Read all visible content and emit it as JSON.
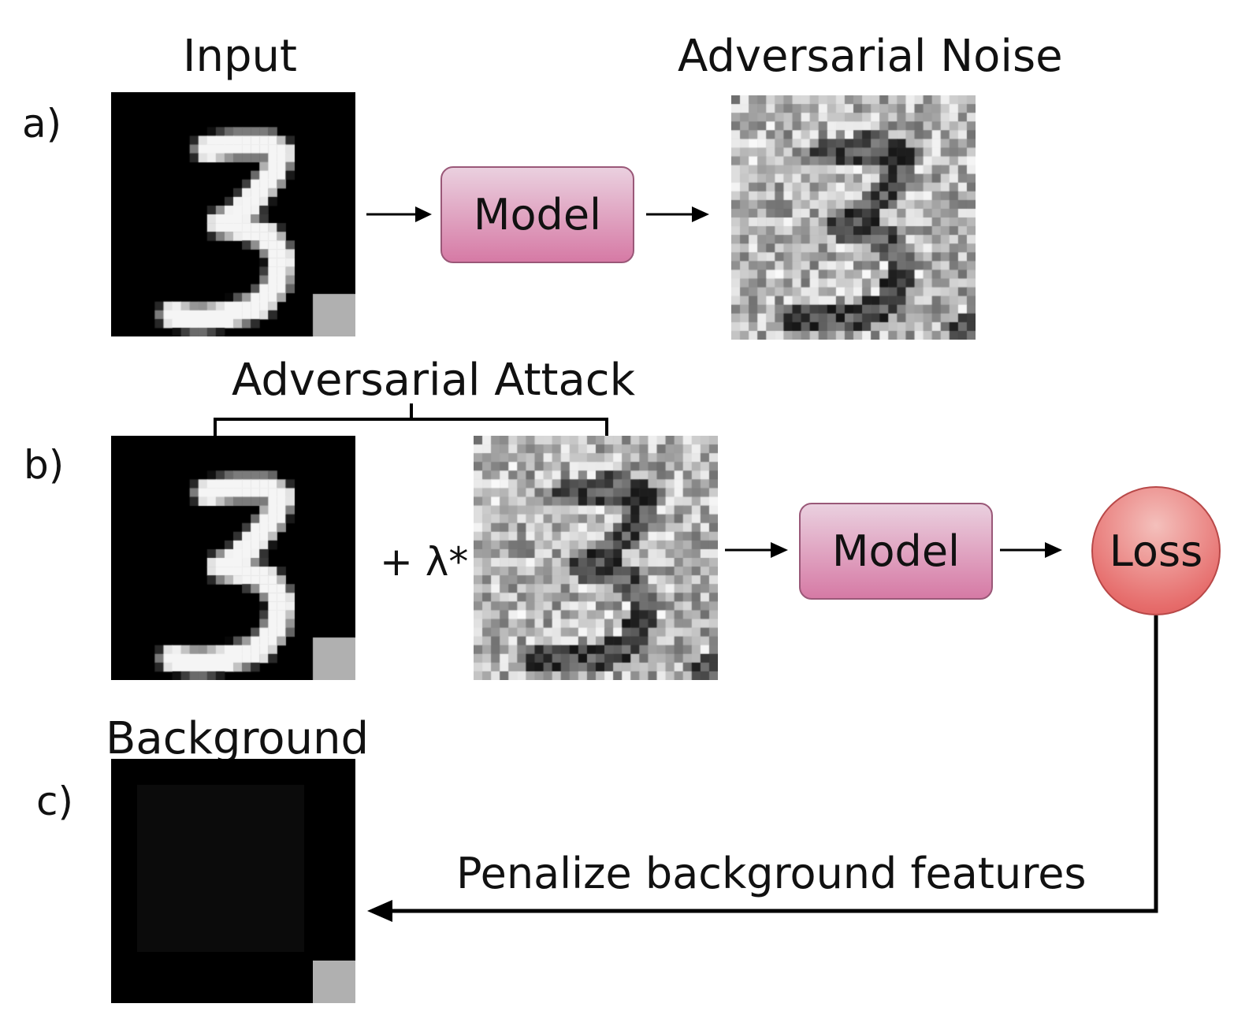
{
  "panels": {
    "a": {
      "letter": "a)",
      "input_title": "Input",
      "noise_title": "Adversarial Noise",
      "model_label": "Model"
    },
    "b": {
      "letter": "b)",
      "bracket_title": "Adversarial Attack",
      "plus_lambda": "+ λ*",
      "model_label": "Model",
      "loss_label": "Loss"
    },
    "c": {
      "letter": "c)",
      "background_title": "Background",
      "feedback_label": "Penalize background features"
    }
  },
  "colors": {
    "model_fill_top": "#ead0df",
    "model_fill_bottom": "#d67aa5",
    "loss_fill": "#e66c6b",
    "corner_patch": "#b0b0b0"
  }
}
